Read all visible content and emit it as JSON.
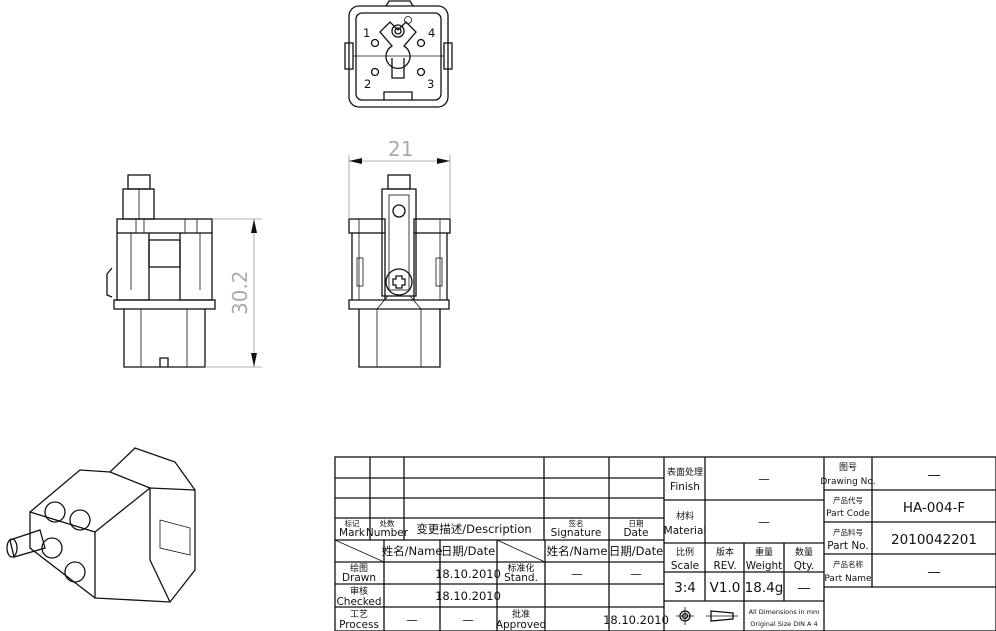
{
  "drawing": {
    "front_pin_labels": [
      "1",
      "4",
      "2",
      "3"
    ],
    "dimension_width": "21",
    "dimension_height": "30.2"
  },
  "title_block": {
    "revision_header": {
      "mark": "Mark",
      "mark_cn": "标记",
      "number": "Number",
      "number_cn": "处数",
      "description": "变更描述/Description",
      "signature": "Signature",
      "signature_cn": "签名",
      "date": "Date",
      "date_cn": "日期"
    },
    "approval_header": {
      "name": "姓名/Name",
      "date": "日期/Date",
      "name2": "姓名/Name",
      "date2": "日期/Date"
    },
    "drawn": {
      "label_cn": "绘图",
      "label": "Drawn",
      "name": "",
      "date": "18.10.2010"
    },
    "checked": {
      "label_cn": "审核",
      "label": "Checked",
      "name": "",
      "date": "18.10.2010"
    },
    "process": {
      "label_cn": "工艺",
      "label": "Process",
      "name": "—",
      "date": "—"
    },
    "stand": {
      "label_cn": "标准化",
      "label": "Stand.",
      "name": "—",
      "date": "—"
    },
    "approved": {
      "label_cn": "批准",
      "label": "Approved",
      "name": "",
      "date": "18.10.2010"
    },
    "finish": {
      "label_cn": "表面处理",
      "label": "Finish",
      "value": "—"
    },
    "material": {
      "label_cn": "材料",
      "label": "Material",
      "value": "—"
    },
    "scale": {
      "label_cn": "比例",
      "label": "Scale",
      "value": "3:4"
    },
    "rev": {
      "label_cn": "版本",
      "label": "REV.",
      "value": "V1.0"
    },
    "weight": {
      "label_cn": "重量",
      "label": "Weight",
      "value": "18.4g"
    },
    "qty": {
      "label_cn": "数量",
      "label": "Qty.",
      "value": "—"
    },
    "dimensions_note": [
      "All Dimensions in mm",
      "Original Size DIN A 4"
    ],
    "drawing_no": {
      "label_cn": "图号",
      "label": "Drawing No.",
      "value": "—"
    },
    "part_code": {
      "label_cn": "产品代号",
      "label": "Part Code",
      "value": "HA-004-F"
    },
    "part_no": {
      "label_cn": "产品料号",
      "label": "Part No.",
      "value": "2010042201"
    },
    "part_name": {
      "label_cn": "产品名称",
      "label": "Part Name",
      "value": "—"
    }
  }
}
